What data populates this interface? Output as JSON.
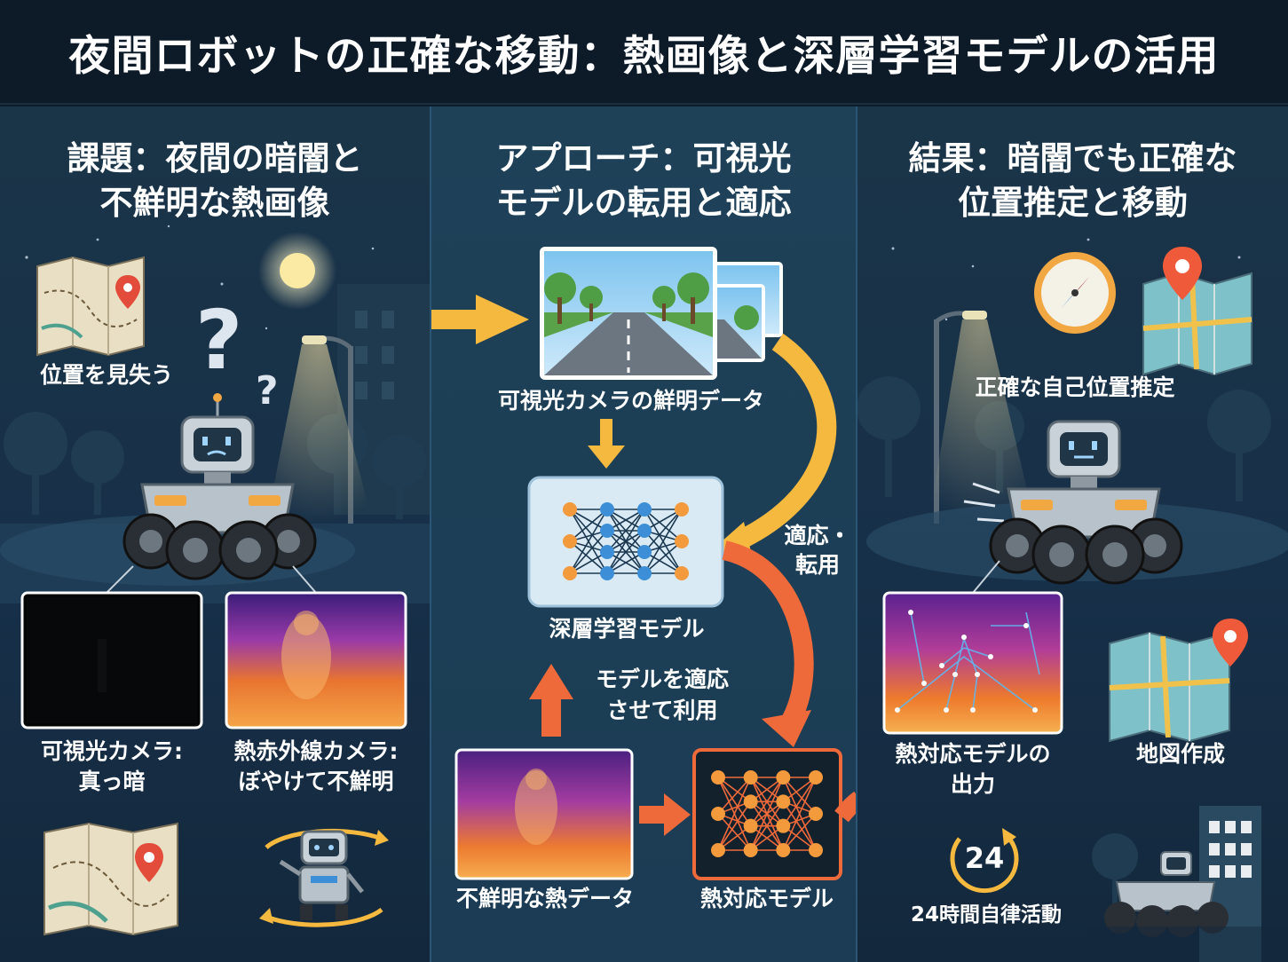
{
  "title": "夜間ロボットの正確な移動：熱画像と深層学習モデルの活用",
  "left": {
    "title_line1": "課題：夜間の暗闇と",
    "title_line2": "不鮮明な熱画像",
    "lost_label": "位置を見失う",
    "visible_cam_line1": "可視光カメラ:",
    "visible_cam_line2": "真っ暗",
    "thermal_cam_line1": "熱赤外線カメラ:",
    "thermal_cam_line2": "ぼやけて不鮮明"
  },
  "middle": {
    "title_line1": "アプローチ：可視光",
    "title_line2": "モデルの転用と適応",
    "visible_data_label": "可視光カメラの鮮明データ",
    "deep_model_label": "深層学習モデル",
    "adapt_line1": "モデルを適応",
    "adapt_line2": "させて利用",
    "transfer_line1": "適応・",
    "transfer_line2": "転用",
    "blurry_thermal_label": "不鮮明な熱データ",
    "thermal_model_label": "熱対応モデル"
  },
  "right": {
    "title_line1": "結果：暗闇でも正確な",
    "title_line2": "位置推定と移動",
    "localization_label": "正確な自己位置推定",
    "output_line1": "熱対応モデルの",
    "output_line2": "出力",
    "map_label": "地図作成",
    "badge_24": "24",
    "autonomy_label": "24時間自律活動"
  },
  "colors": {
    "yellow_arrow": "#f6b93f",
    "orange_arrow": "#ef6a3a",
    "node_orange": "#f39a3d",
    "node_blue": "#3c8fd6"
  },
  "icons": [
    "map-icon",
    "question-icon",
    "robot-icon",
    "moon-icon",
    "street-lamp-icon",
    "compass-icon",
    "location-pin-icon",
    "neural-network-icon",
    "clock-24-icon",
    "rotate-arrows-icon",
    "building-icon"
  ]
}
